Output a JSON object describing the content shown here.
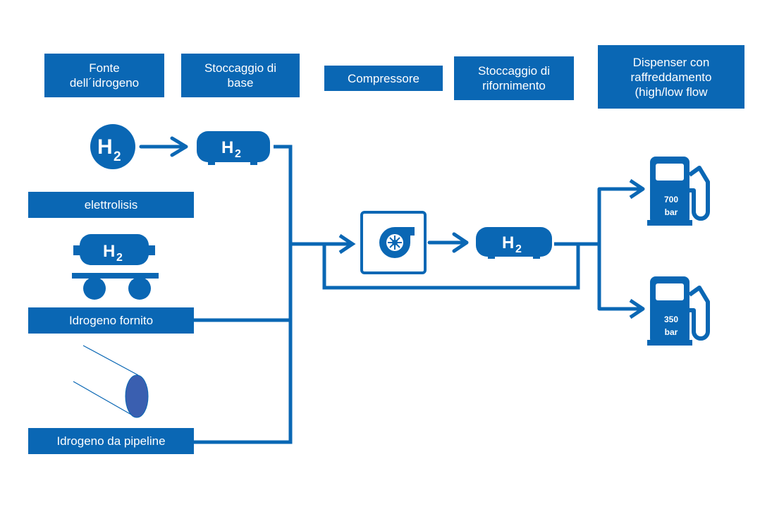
{
  "colors": {
    "primary": "#0a67b4",
    "pipeline_fill": "#3a5fb0",
    "background": "#ffffff"
  },
  "headers": {
    "source": "Fonte\ndell´idrogeno",
    "base_storage": "Stoccaggio di\nbase",
    "compressor": "Compressore",
    "refuel_storage": "Stoccaggio di\nrifornimento",
    "dispenser": "Dispenser con\nraffreddamento\n(high/low flow"
  },
  "sources": {
    "electrolysis": "elettrolisis",
    "supplied": "Idrogeno fornito",
    "pipeline": "Idrogeno da pipeline"
  },
  "h2": {
    "symbol": "H",
    "subscript": "2"
  },
  "pumps": [
    {
      "pressure": "700",
      "unit": "bar"
    },
    {
      "pressure": "350",
      "unit": "bar"
    }
  ],
  "icons": {
    "h2_source": "h2-circle-icon",
    "tank": "h2-tank-icon",
    "trailer": "h2-trailer-icon",
    "pipe": "pipeline-icon",
    "compressor": "compressor-icon",
    "pump": "fuel-pump-icon"
  }
}
